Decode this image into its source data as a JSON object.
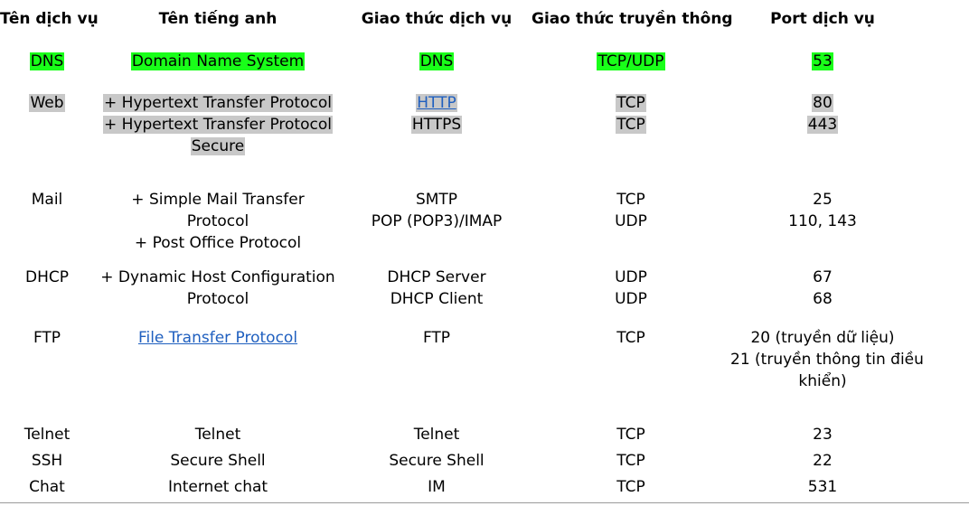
{
  "headers": {
    "name": "Tên dịch vụ",
    "english": "Tên tiếng anh",
    "protocol": "Giao thức dịch vụ",
    "transport": "Giao thức truyền thông",
    "port": "Port dịch vụ"
  },
  "rows": {
    "dns": {
      "name": "DNS",
      "english": "Domain Name System",
      "protocol": "DNS",
      "transport": "TCP/UDP",
      "port": "53",
      "highlight": "#19ff19"
    },
    "web": {
      "name": "Web",
      "english_1": "+ Hypertext Transfer Protocol",
      "english_2": "+ Hypertext Transfer Protocol",
      "english_3": "Secure",
      "protocol_1": "HTTP",
      "protocol_2": "HTTPS",
      "transport_1": "TCP",
      "transport_2": "TCP",
      "port_1": "80",
      "port_2": "443",
      "highlight": "#c8c8c8"
    },
    "mail": {
      "name": "Mail",
      "english_1": "+ Simple Mail Transfer",
      "english_2": "Protocol",
      "english_3": "+ Post Office Protocol",
      "protocol_1": "SMTP",
      "protocol_2": "POP (POP3)/IMAP",
      "transport_1": "TCP",
      "transport_2": "UDP",
      "port_1": "25",
      "port_2": "110, 143"
    },
    "dhcp": {
      "name": "DHCP",
      "english_1": "+ Dynamic Host Configuration",
      "english_2": "Protocol",
      "protocol_1": "DHCP Server",
      "protocol_2": "DHCP Client",
      "transport_1": "UDP",
      "transport_2": "UDP",
      "port_1": "67",
      "port_2": "68"
    },
    "ftp": {
      "name": "FTP",
      "english": "File Transfer Protocol",
      "protocol": "FTP",
      "transport": "TCP",
      "port_1": "20 (truyền dữ liệu)",
      "port_2": "21 (truyền thông tin điều",
      "port_3": "khiển)"
    },
    "telnet": {
      "name": "Telnet",
      "english": "Telnet",
      "protocol": "Telnet",
      "transport": "TCP",
      "port": "23"
    },
    "ssh": {
      "name": "SSH",
      "english": "Secure Shell",
      "protocol": "Secure Shell",
      "transport": "TCP",
      "port": "22"
    },
    "chat": {
      "name": "Chat",
      "english": "Internet chat",
      "protocol": "IM",
      "transport": "TCP",
      "port": "531"
    }
  },
  "colors": {
    "link": "#1f5fbf",
    "green_highlight": "#19ff19",
    "gray_highlight": "#c8c8c8"
  }
}
